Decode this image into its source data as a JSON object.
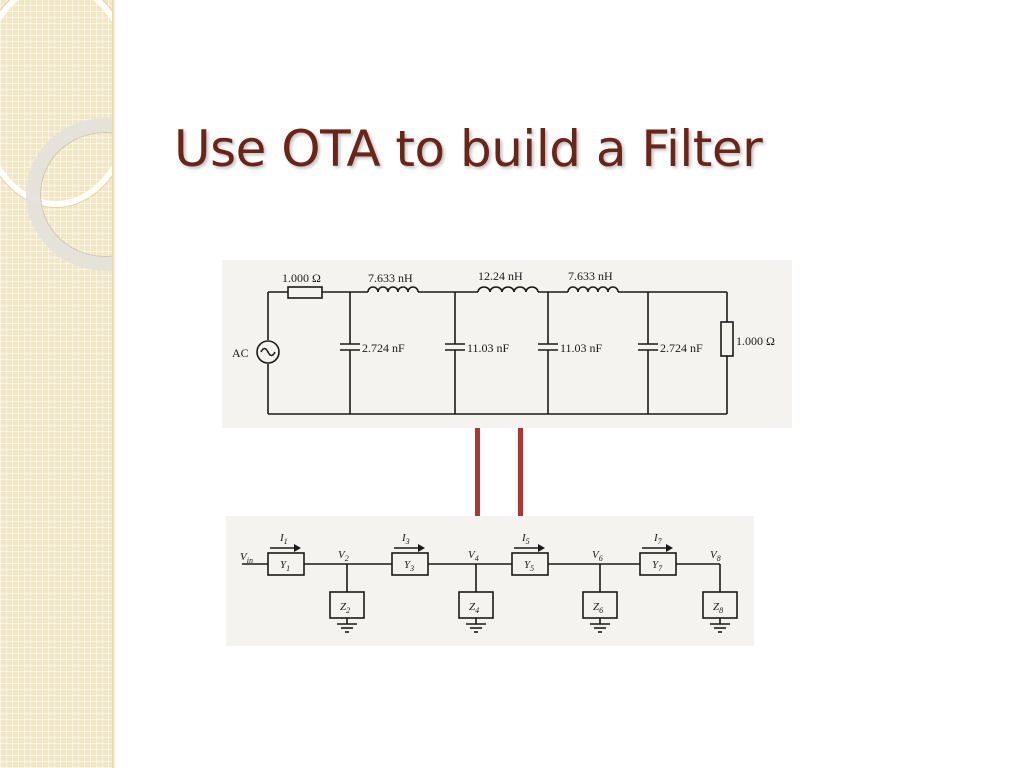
{
  "slide": {
    "title": "Use OTA to build a Filter"
  },
  "circuit": {
    "source_label": "AC",
    "source_resistor": "1.000 Ω",
    "load_resistor": "1.000 Ω",
    "inductors": [
      "7.633 nH",
      "12.24 nH",
      "7.633 nH"
    ],
    "capacitors": [
      "2.724 nF",
      "11.03 nF",
      "11.03 nF",
      "2.724 nF"
    ]
  },
  "block_diagram": {
    "input": "Vin",
    "input_main": "V",
    "input_sub": "in",
    "currents": [
      {
        "main": "I",
        "sub": "1"
      },
      {
        "main": "I",
        "sub": "3"
      },
      {
        "main": "I",
        "sub": "5"
      },
      {
        "main": "I",
        "sub": "7"
      }
    ],
    "admittances": [
      {
        "main": "Y",
        "sub": "1"
      },
      {
        "main": "Y",
        "sub": "3"
      },
      {
        "main": "Y",
        "sub": "5"
      },
      {
        "main": "Y",
        "sub": "7"
      }
    ],
    "voltages": [
      {
        "main": "V",
        "sub": "2"
      },
      {
        "main": "V",
        "sub": "4"
      },
      {
        "main": "V",
        "sub": "6"
      },
      {
        "main": "V",
        "sub": "8"
      }
    ],
    "impedances": [
      {
        "main": "Z",
        "sub": "2"
      },
      {
        "main": "Z",
        "sub": "4"
      },
      {
        "main": "Z",
        "sub": "6"
      },
      {
        "main": "Z",
        "sub": "8"
      }
    ]
  },
  "colors": {
    "title": "#6b2418",
    "equals_sign": "#b5332e",
    "sidebar": "#f3e6c2"
  }
}
